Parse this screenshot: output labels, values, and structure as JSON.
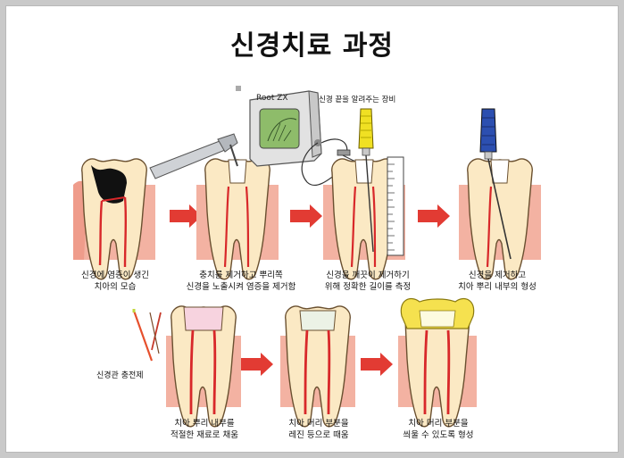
{
  "title": "신경치료 과정",
  "device": {
    "brand": "Root ZX",
    "label": "신경 끝을 알려주는 장비"
  },
  "filler_label": "신경관 충전제",
  "steps": [
    {
      "line1": "신경에 염증이 생긴",
      "line2": "치아의 모습"
    },
    {
      "line1": "충치를 제거하고 뿌리쪽",
      "line2": "신경을 노출시켜 염증을 제거함"
    },
    {
      "line1": "신경을 깨끗이 제거하기",
      "line2": "위해 정확한 길이를 측정"
    },
    {
      "line1": "신경을 제거하고",
      "line2": "치아 뿌리 내부의 형성"
    },
    {
      "line1": "치아 뿌리 내부를",
      "line2": "적절한 재료로 채움"
    },
    {
      "line1": "치아 머리 부분을",
      "line2": "레진 등으로 때움"
    },
    {
      "line1": "치아 머리 부분을",
      "line2": "씌울 수 있도록 형성"
    }
  ],
  "colors": {
    "tooth": "#fbe9c4",
    "tooth_outline": "#6a5030",
    "gum": "#f3b2a2",
    "nerve": "#d8282a",
    "arrow": "#e23b33",
    "crown_gold": "#f5e14f",
    "filling_pink": "#f7d3df",
    "file_yellow": "#f0e023",
    "file_blue": "#2c4fb0"
  }
}
